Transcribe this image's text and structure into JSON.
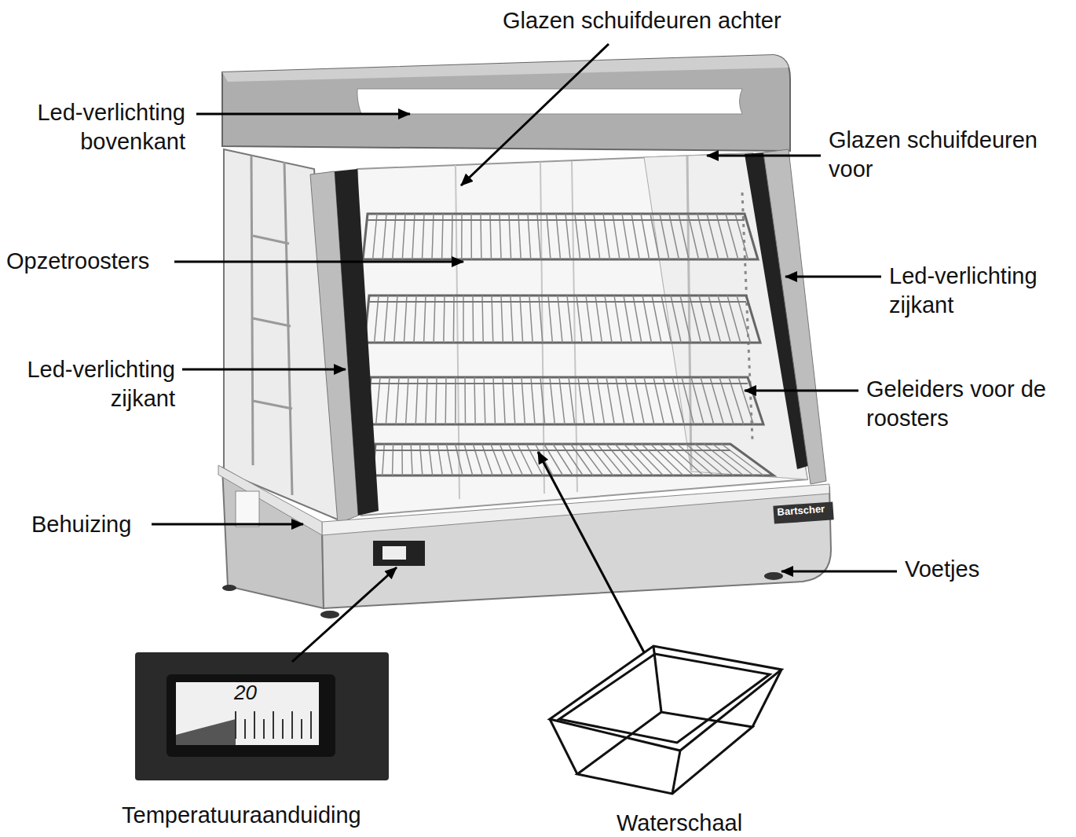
{
  "diagram": {
    "labels": [
      "Glazen schuifdeuren achter",
      "Led-verlichting bovenkant",
      "Glazen schuifdeuren voor",
      "Opzetroosters",
      "Led-verlichting zijkant",
      "Led-verlichting zijkant",
      "Geleiders voor de roosters",
      "Bartscher",
      "Behuizing",
      "Voetjes",
      "20",
      "Temperatuuraanduiding",
      "Waterschaal"
    ]
  }
}
